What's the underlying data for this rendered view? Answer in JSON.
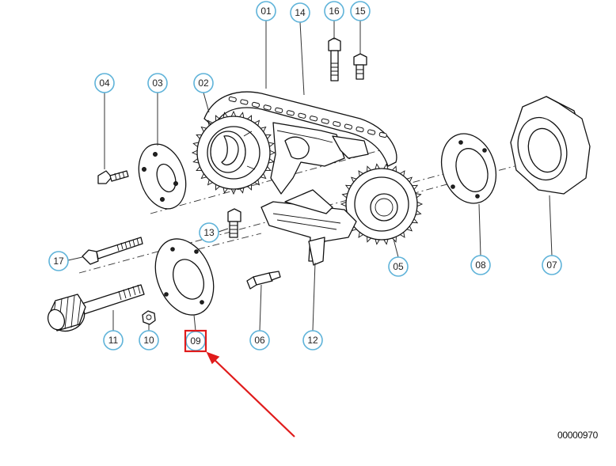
{
  "callouts": [
    {
      "id": "01",
      "label": "01"
    },
    {
      "id": "02",
      "label": "02"
    },
    {
      "id": "03",
      "label": "03"
    },
    {
      "id": "04",
      "label": "04"
    },
    {
      "id": "05",
      "label": "05"
    },
    {
      "id": "06",
      "label": "06"
    },
    {
      "id": "07",
      "label": "07"
    },
    {
      "id": "08",
      "label": "08"
    },
    {
      "id": "09",
      "label": "09"
    },
    {
      "id": "10",
      "label": "10"
    },
    {
      "id": "11",
      "label": "11"
    },
    {
      "id": "12",
      "label": "12"
    },
    {
      "id": "13",
      "label": "13"
    },
    {
      "id": "14",
      "label": "14"
    },
    {
      "id": "15",
      "label": "15"
    },
    {
      "id": "16",
      "label": "16"
    },
    {
      "id": "17",
      "label": "17"
    }
  ],
  "highlight": {
    "label": "09",
    "color": "#e01b1b"
  },
  "callout_color": "#5fb3d9",
  "drawing_code": "00000970"
}
